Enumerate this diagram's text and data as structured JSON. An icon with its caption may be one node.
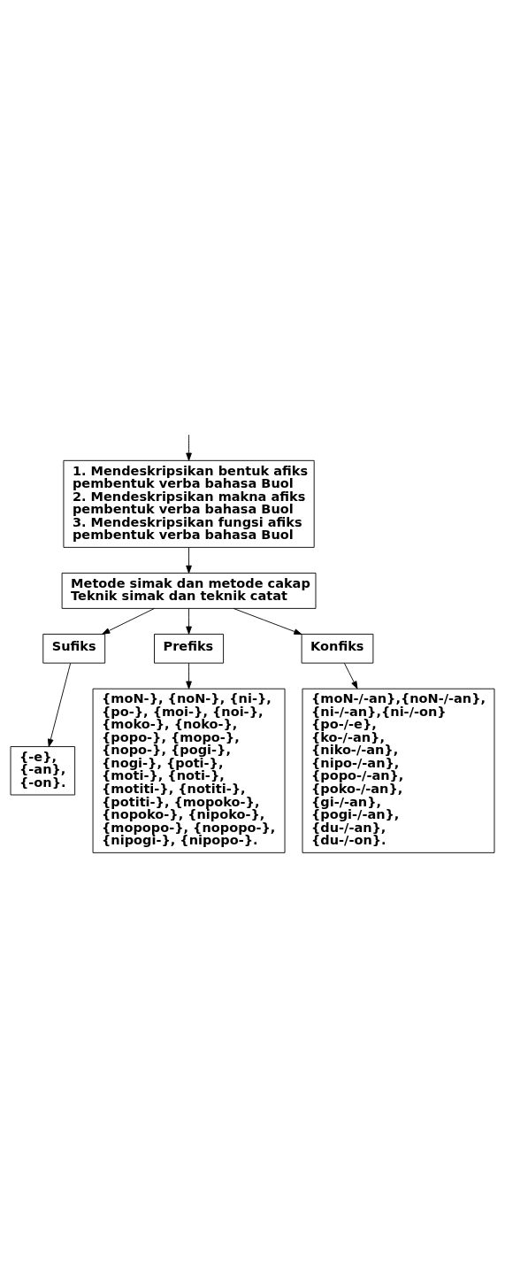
{
  "diagram": {
    "nodes": [
      {
        "text": [
          "1. Mendeskripsikan bentuk afiks pembentuk verba bahasa Buol",
          "2. Mendeskripsikan makna afiks pembentuk verba bahasa Buol",
          "3. Mendeskripsikan fungsi afiks pembentuk verba bahasa Buol"
        ]
      },
      {
        "text": [
          "Metode simak dan metode cakap",
          "Teknik simak dan teknik catat"
        ]
      },
      {
        "text": [
          "Sufiks"
        ]
      },
      {
        "text": [
          "Prefiks"
        ]
      },
      {
        "text": [
          "{-e}, {-an}, {-on}."
        ]
      },
      {
        "text": [
          "Konfiks"
        ]
      },
      {
        "text": [
          "{moN-}, {noN-}, {ni-}, {po-}, {moi-}, {noi-}, {moko-}, {noko-}, {popo-}, {mopo-}, {nopo-}, {pogi-}, {nogi-}, {poti-}, {moti-}, {noti-}, {motiti-}, {notiti-}, {potiti-}, {mopoko-}, {nopoko-}, {nipoko-}, {mopopo-}, {nopopo-}, {nipogi-}, {nipopo-}."
        ]
      },
      {
        "text": [
          "{moN-/-an},{noN-/-an}, {ni-/-an},{ni-/-on} {po-/-e}, {ko-/-an}, {niko-/-an}, {nipo-/-an}, {popo-/-an}, {poko-/-an}, {gi-/-an}, {pogi-/-an}, {du-/-an}, {du-/-on}."
        ]
      }
    ],
    "edges": [
      {
        "from": null,
        "to": 0,
        "arrow": "to"
      },
      {
        "from": 0,
        "to": 1,
        "arrow": "to"
      },
      {
        "from": 1,
        "to": 3,
        "arrow": "to"
      },
      {
        "from": 1,
        "to": 2,
        "arrow": "to"
      },
      {
        "from": 1,
        "to": 5,
        "arrow": "to"
      },
      {
        "from": 2,
        "to": 4,
        "arrow": "to"
      },
      {
        "from": 3,
        "to": 6,
        "arrow": "to"
      },
      {
        "from": 5,
        "to": 7,
        "arrow": "to"
      }
    ]
  }
}
